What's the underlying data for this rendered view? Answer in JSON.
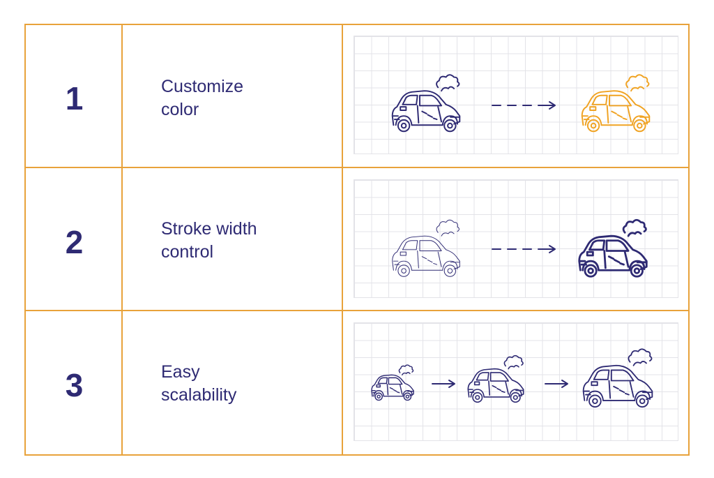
{
  "colors": {
    "border": "#e8a23a",
    "navy": "#2e2a73",
    "orange": "#f0a323",
    "grid": "#e3e3e8"
  },
  "rows": [
    {
      "number": "1",
      "label_line1": "Customize",
      "label_line2": "color",
      "illustration": "car-recolor"
    },
    {
      "number": "2",
      "label_line1": "Stroke width",
      "label_line2": "control",
      "illustration": "car-stroke-width"
    },
    {
      "number": "3",
      "label_line1": "Easy",
      "label_line2": "scalability",
      "illustration": "car-scaling"
    }
  ]
}
